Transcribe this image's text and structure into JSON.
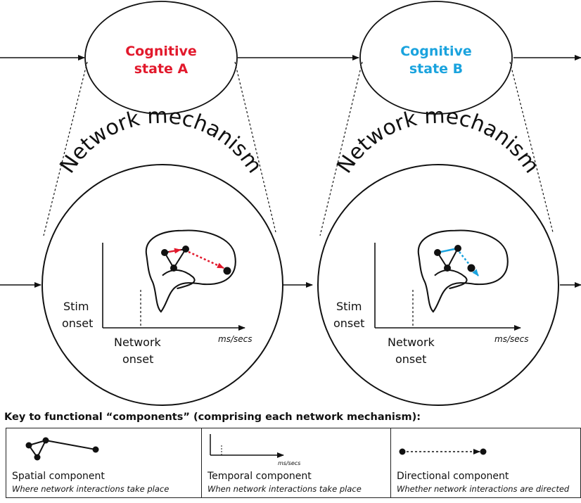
{
  "states": [
    {
      "label_line1": "Cognitive",
      "label_line2": "state A",
      "color": "#e2192c"
    },
    {
      "label_line1": "Cognitive",
      "label_line2": "state B",
      "color": "#1aa3de"
    }
  ],
  "mechanisms": [
    {
      "title": "Network mechanism",
      "stim_line1": "Stim",
      "stim_line2": "onset",
      "net_line1": "Network",
      "net_line2": "onset",
      "unit": "ms/secs"
    },
    {
      "title": "Network mechanism",
      "stim_line1": "Stim",
      "stim_line2": "onset",
      "net_line1": "Network",
      "net_line2": "onset",
      "unit": "ms/secs"
    }
  ],
  "key": {
    "title": "Key to functional “components” (comprising each network mechanism):",
    "items": [
      {
        "name": "Spatial component",
        "desc": "Where network interactions take place"
      },
      {
        "name": "Temporal component",
        "desc": "When network interactions take place",
        "unit": "ms/secs"
      },
      {
        "name": "Directional component",
        "desc": "Whether network interactions are directed"
      }
    ]
  }
}
